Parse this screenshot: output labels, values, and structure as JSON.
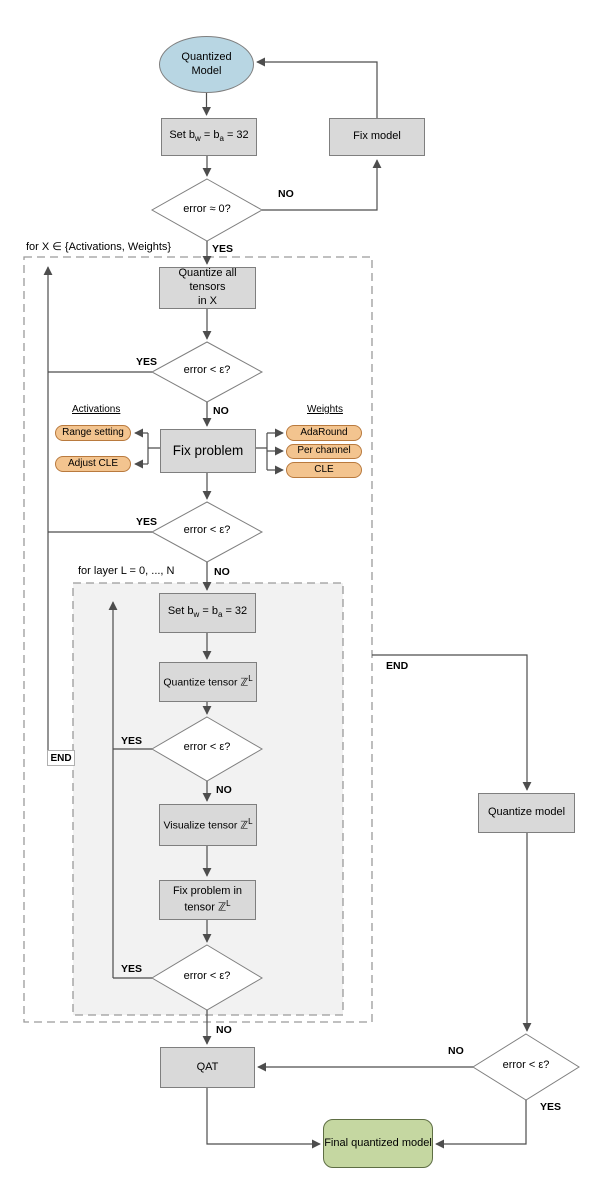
{
  "colors": {
    "nodeFill": "#d9d9d9",
    "nodeBorder": "#7f7f7f",
    "ellipseFill": "#b8d6e3",
    "pillFill": "#f3c48f",
    "pillBorder": "#b97a3e",
    "greenFill": "#c5d7a1",
    "greenBorder": "#5e6e44",
    "wire": "#4d4d4d",
    "dash": "#9a9a9a",
    "innerLoopFill": "#f2f2f2"
  },
  "nodes": {
    "start": {
      "line1": "Quantized",
      "line2": "Model"
    },
    "set_bits": {
      "pre": "Set b",
      "sub1": "w",
      "mid": " = b",
      "sub2": "a",
      "post": " = 32"
    },
    "fix_model": "Fix model",
    "error_zero": "error ≈ 0?",
    "error_eps": "error < ε?",
    "quantize_all": {
      "line1": "Quantize all tensors",
      "line2": "in X"
    },
    "fix_problem": "Fix problem",
    "quantize_tensor": {
      "pre": "Quantize tensor ℤ",
      "sup": "L"
    },
    "visualize_tensor": {
      "pre": "Visualize tensor ℤ",
      "sup": "L"
    },
    "fix_tensor": {
      "line1": "Fix problem in",
      "line2": "tensor ℤ",
      "sup": "L"
    },
    "qat": "QAT",
    "quantize_model": "Quantize model",
    "final_model": "Final quantized model"
  },
  "groups": {
    "outer_label": "for X ∈ {Activations, Weights}",
    "inner_label": "for layer L = 0, ..., N",
    "activations_header": "Activations",
    "weights_header": "Weights"
  },
  "pills": {
    "activations": [
      "Range setting",
      "Adjust CLE"
    ],
    "weights": [
      "AdaRound",
      "Per channel",
      "CLE"
    ]
  },
  "labels": {
    "yes": "YES",
    "no": "NO",
    "end": "END"
  }
}
